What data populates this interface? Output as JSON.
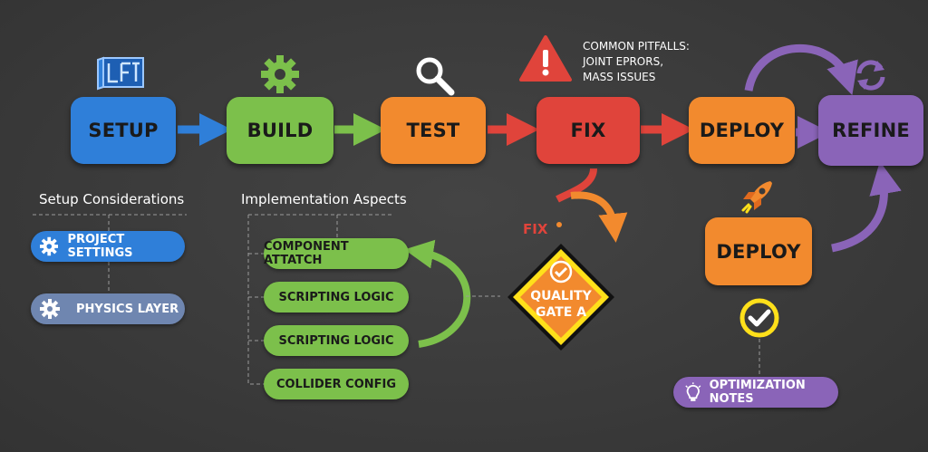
{
  "flow": {
    "setup": "SETUP",
    "build": "BUILD",
    "test": "TEST",
    "fix": "FIX",
    "deploy": "DEPLOY",
    "refine": "REFINE"
  },
  "pitfalls": {
    "line1": "COMMON PITFALLS:",
    "line2": "JOINT EPRORS,",
    "line3": "MASS ISSUES"
  },
  "setup_considerations": {
    "title": "Setup Considerations",
    "items": [
      "PROJECT SETTINGS",
      "PHYSICS LAYER"
    ]
  },
  "implementation": {
    "title": "Implementation Aspects",
    "items": [
      "COMPONENT ATTATCH",
      "SCRIPTING LOGIC",
      "SCRIPTING LOGIC",
      "COLLIDER CONFIG"
    ]
  },
  "fix_label": "FIX",
  "quality_gate": {
    "line1": "QUALITY",
    "line2": "GATE A"
  },
  "deploy2": "DEPLOY",
  "optimization": "OPTIMIZATION NOTES",
  "colors": {
    "setup": "#2f7fd9",
    "build": "#7cc04b",
    "test": "#f28a2e",
    "fix": "#e0443b",
    "deploy": "#f28a2e",
    "refine": "#8a64b8",
    "gate": "#ffe01a"
  },
  "icons": [
    "blueprint-icon",
    "gear-icon",
    "magnifier-icon",
    "warning-icon",
    "cycle-icon",
    "rocket-icon",
    "check-icon",
    "lightbulb-icon"
  ]
}
